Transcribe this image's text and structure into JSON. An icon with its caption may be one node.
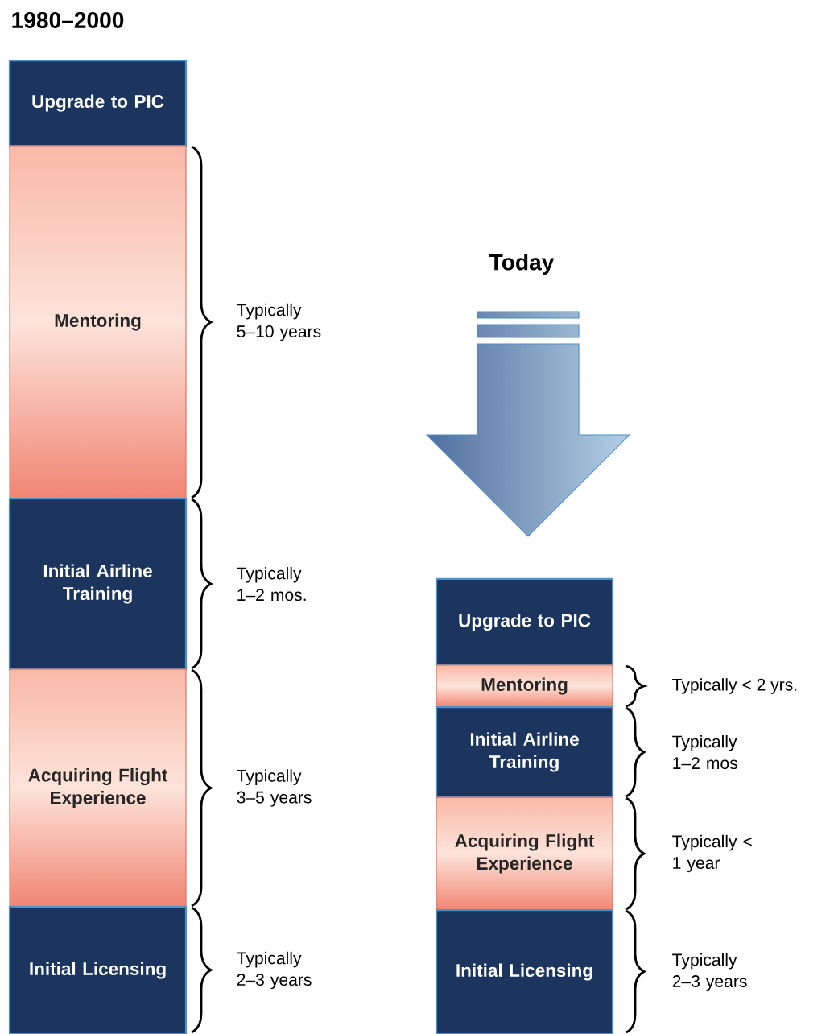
{
  "diagram": {
    "nodes": [
      {
        "text": [
          "Upgrade to PIC"
        ]
      },
      {
        "text": [
          "Mentoring"
        ],
        "beside": [
          "Typically 5–10 years"
        ]
      },
      {
        "text": [
          "Initial Airline Training"
        ],
        "beside": [
          "Typically 1–2 mos."
        ]
      },
      {
        "text": [
          "Acquiring Flight Experience"
        ],
        "beside": [
          "Typically 3–5 years"
        ]
      },
      {
        "text": [
          "Initial Licensing"
        ],
        "beside": [
          "Typically 2–3 years"
        ]
      },
      {
        "text": [
          "Upgrade to PIC"
        ]
      },
      {
        "text": [
          "Mentoring"
        ],
        "beside": [
          "Typically < 2 yrs."
        ]
      },
      {
        "text": [
          "Initial Airline Training"
        ],
        "beside": [
          "Typically 1–2 mos"
        ]
      },
      {
        "text": [
          "Acquiring Flight Experience"
        ],
        "beside": [
          "Typically < 1 year"
        ]
      },
      {
        "text": [
          "Initial Licensing"
        ],
        "beside": [
          "Typically 2–3 years"
        ]
      }
    ],
    "labels": [
      "1980–2000",
      "Today"
    ]
  }
}
